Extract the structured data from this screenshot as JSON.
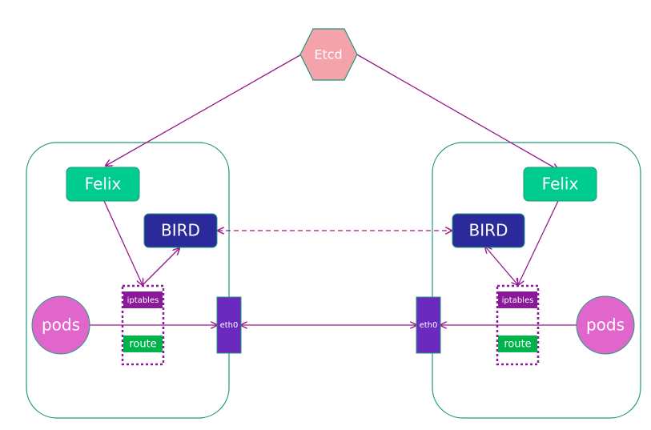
{
  "diagram": {
    "etcd": {
      "label": "Etcd"
    },
    "nodes": [
      {
        "felix": "Felix",
        "bird": "BIRD",
        "pods": "pods",
        "iptables": "iptables",
        "route": "route",
        "eth0": "eth0"
      },
      {
        "felix": "Felix",
        "bird": "BIRD",
        "pods": "pods",
        "iptables": "iptables",
        "route": "route",
        "eth0": "eth0"
      }
    ]
  },
  "colors": {
    "etcd": "#f4a3ab",
    "felix": "#00cc8f",
    "bird": "#2a2a9a",
    "pods": "#e066cc",
    "iptables": "#8a1a9a",
    "route": "#00b34a",
    "eth0": "#6a2ac0",
    "arrow": "#9a1a8a",
    "node_border": "#1f9a7a"
  }
}
